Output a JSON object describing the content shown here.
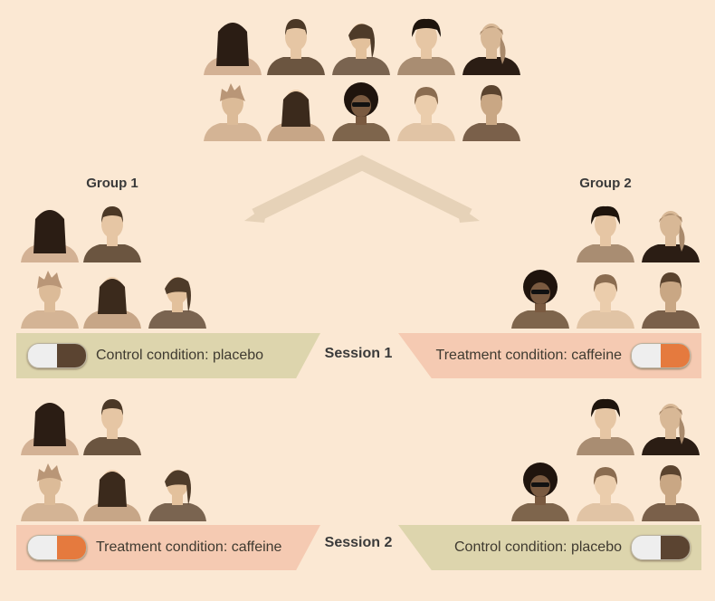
{
  "people": {
    "A": {
      "hair": "#2b1d14",
      "skin": "#8c6e55",
      "shirt": "#d3b194",
      "style": "long"
    },
    "B": {
      "hair": "#4b3826",
      "skin": "#e6c6a4",
      "shirt": "#6b5540",
      "style": "short"
    },
    "C": {
      "hair": "#4e3b29",
      "skin": "#e3c19c",
      "shirt": "#7a6450",
      "style": "side"
    },
    "D": {
      "hair": "#1e140c",
      "skin": "#e6c6a4",
      "shirt": "#a98d72",
      "style": "black"
    },
    "E": {
      "hair": "#a98a6c",
      "skin": "#d8b896",
      "shirt": "#2b1d14",
      "style": "pony"
    },
    "F": {
      "hair": "#b99677",
      "skin": "#dcbb98",
      "shirt": "#d4b495",
      "style": "spiky"
    },
    "G": {
      "hair": "#3b2a1c",
      "skin": "#f1d3b2",
      "shirt": "#c7a687",
      "style": "long2"
    },
    "H": {
      "hair": "#1f140d",
      "skin": "#7a5a40",
      "shirt": "#7e654c",
      "style": "curly"
    },
    "I": {
      "hair": "#8a6c50",
      "skin": "#ebcdac",
      "shirt": "#e1c4a5",
      "style": "bob"
    },
    "J": {
      "hair": "#5a432e",
      "skin": "#c9a784",
      "shirt": "#7a604a",
      "style": "short"
    }
  },
  "pool": [
    "A",
    "B",
    "C",
    "D",
    "E",
    "F",
    "G",
    "H",
    "I",
    "J"
  ],
  "groups": [
    {
      "label": "Group 1",
      "members_row1": [
        "A",
        "B"
      ],
      "members_row2": [
        "F",
        "G",
        "C"
      ]
    },
    {
      "label": "Group 2",
      "members_row1": [
        "D",
        "E"
      ],
      "members_row2": [
        "H",
        "I",
        "J"
      ]
    }
  ],
  "sessions": [
    {
      "label": "Session 1",
      "left": "Control condition: placebo",
      "right": "Treatment condition: caffeine"
    },
    {
      "label": "Session 2",
      "left": "Treatment condition: caffeine",
      "right": "Control condition: placebo"
    }
  ],
  "colors": {
    "placebo_band": "#ddd5ad",
    "caffeine_band": "#f5cab2",
    "placebo_pill": "#5b4431",
    "caffeine_pill": "#e57a3e",
    "arrow": "#e6d2b8"
  }
}
